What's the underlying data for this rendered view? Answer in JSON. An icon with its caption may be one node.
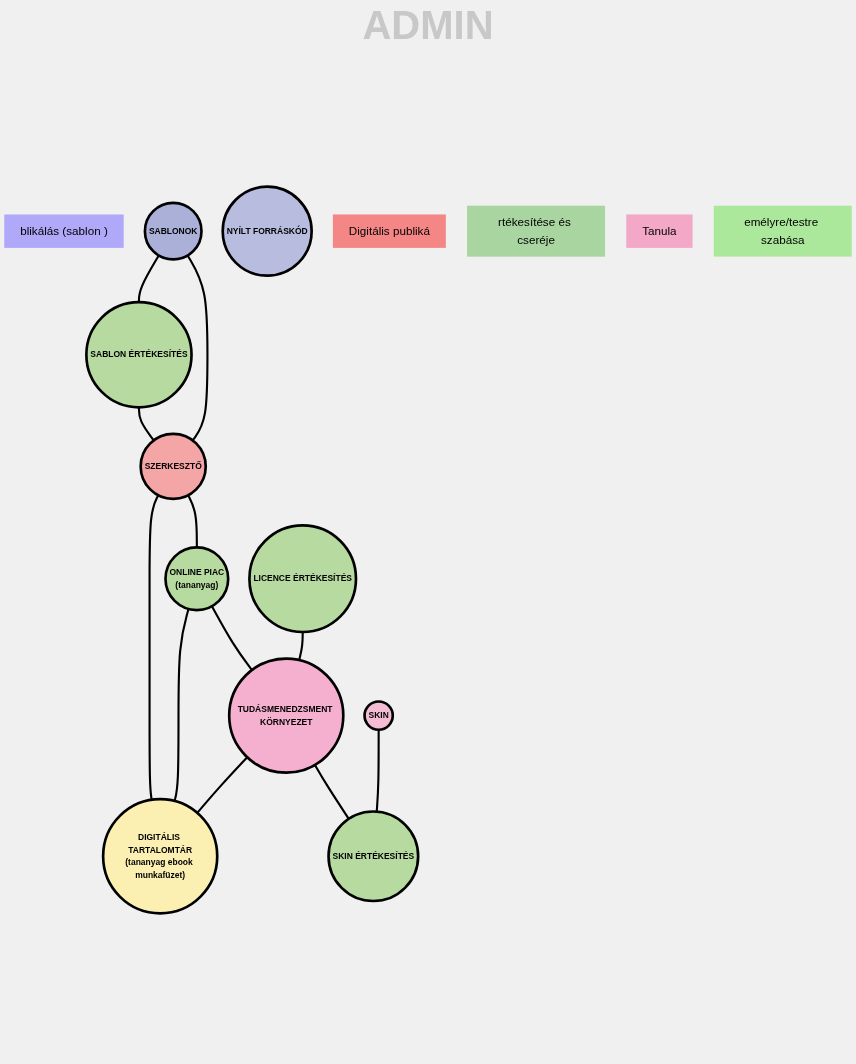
{
  "diagram": {
    "nodes": [
      {
        "text": [
          "blikálás (sablon )"
        ]
      },
      {
        "text": [
          "SABLON ÉRTÉKESÍTÉS"
        ]
      },
      {
        "text": [
          "SABLONOK"
        ]
      },
      {
        "text": [
          "NYÍLT FORRÁSKÓD"
        ]
      },
      {
        "text": [
          "Digitális publiká"
        ]
      },
      {
        "text": [
          "SZERKESZTŐ"
        ]
      },
      {
        "text": [
          "rtékesítése és cseréje"
        ]
      },
      {
        "text": [
          "ONLINE PIAC",
          "(tananyag)"
        ]
      },
      {
        "text": [
          "DIGITÁLIS TARTALOMTÁR",
          "(tananyag ebook munkafüzet)"
        ]
      },
      {
        "text": [
          "LICENCE ÉRTÉKESÍTÉS"
        ]
      },
      {
        "text": [
          "TUDÁSMENEDZSMENT KÖRNYEZET"
        ]
      },
      {
        "text": [
          "SKIN"
        ]
      },
      {
        "text": [
          "Tanula"
        ]
      },
      {
        "text": [
          "SKIN ÉRTÉKESÍTÉS"
        ]
      },
      {
        "text": [
          "emélyre/testre szabása"
        ]
      }
    ],
    "edges": [
      {
        "from": 2,
        "to": 1,
        "arrow": "none"
      },
      {
        "from": 1,
        "to": 5,
        "arrow": "none"
      },
      {
        "from": 2,
        "to": 5,
        "arrow": "none"
      },
      {
        "from": 5,
        "to": 7,
        "arrow": "none"
      },
      {
        "from": 5,
        "to": 8,
        "arrow": "none"
      },
      {
        "from": 7,
        "to": 8,
        "arrow": "none"
      },
      {
        "from": 7,
        "to": 10,
        "arrow": "none"
      },
      {
        "from": 9,
        "to": 10,
        "arrow": "none"
      },
      {
        "from": 10,
        "to": 8,
        "arrow": "none"
      },
      {
        "from": 10,
        "to": 13,
        "arrow": "none"
      },
      {
        "from": 11,
        "to": 13,
        "arrow": "none"
      }
    ],
    "labels": [
      "ADMIN"
    ]
  }
}
